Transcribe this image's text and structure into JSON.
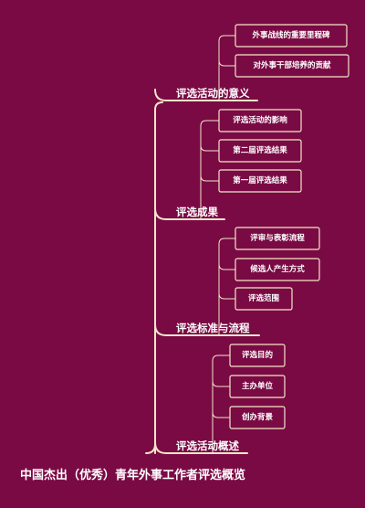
{
  "root": {
    "label": "中国杰出（优秀）青年外事工作者评选概览"
  },
  "branches": [
    {
      "label": "评选活动的意义",
      "children": [
        {
          "label": "外事战线的重要里程碑"
        },
        {
          "label": "对外事干部培养的贡献"
        }
      ]
    },
    {
      "label": "评选成果",
      "children": [
        {
          "label": "评选活动的影响"
        },
        {
          "label": "第二届评选结果"
        },
        {
          "label": "第一届评选结果"
        }
      ]
    },
    {
      "label": "评选标准与流程",
      "children": [
        {
          "label": "评审与表彰流程"
        },
        {
          "label": "候选人产生方式"
        },
        {
          "label": "评选范围"
        }
      ]
    },
    {
      "label": "评选活动概述",
      "children": [
        {
          "label": "评选目的"
        },
        {
          "label": "主办单位"
        },
        {
          "label": "创办背景"
        }
      ]
    }
  ],
  "colors": {
    "background": "#7a0a44",
    "line": "#f3e6c8",
    "text": "#ffffff"
  }
}
